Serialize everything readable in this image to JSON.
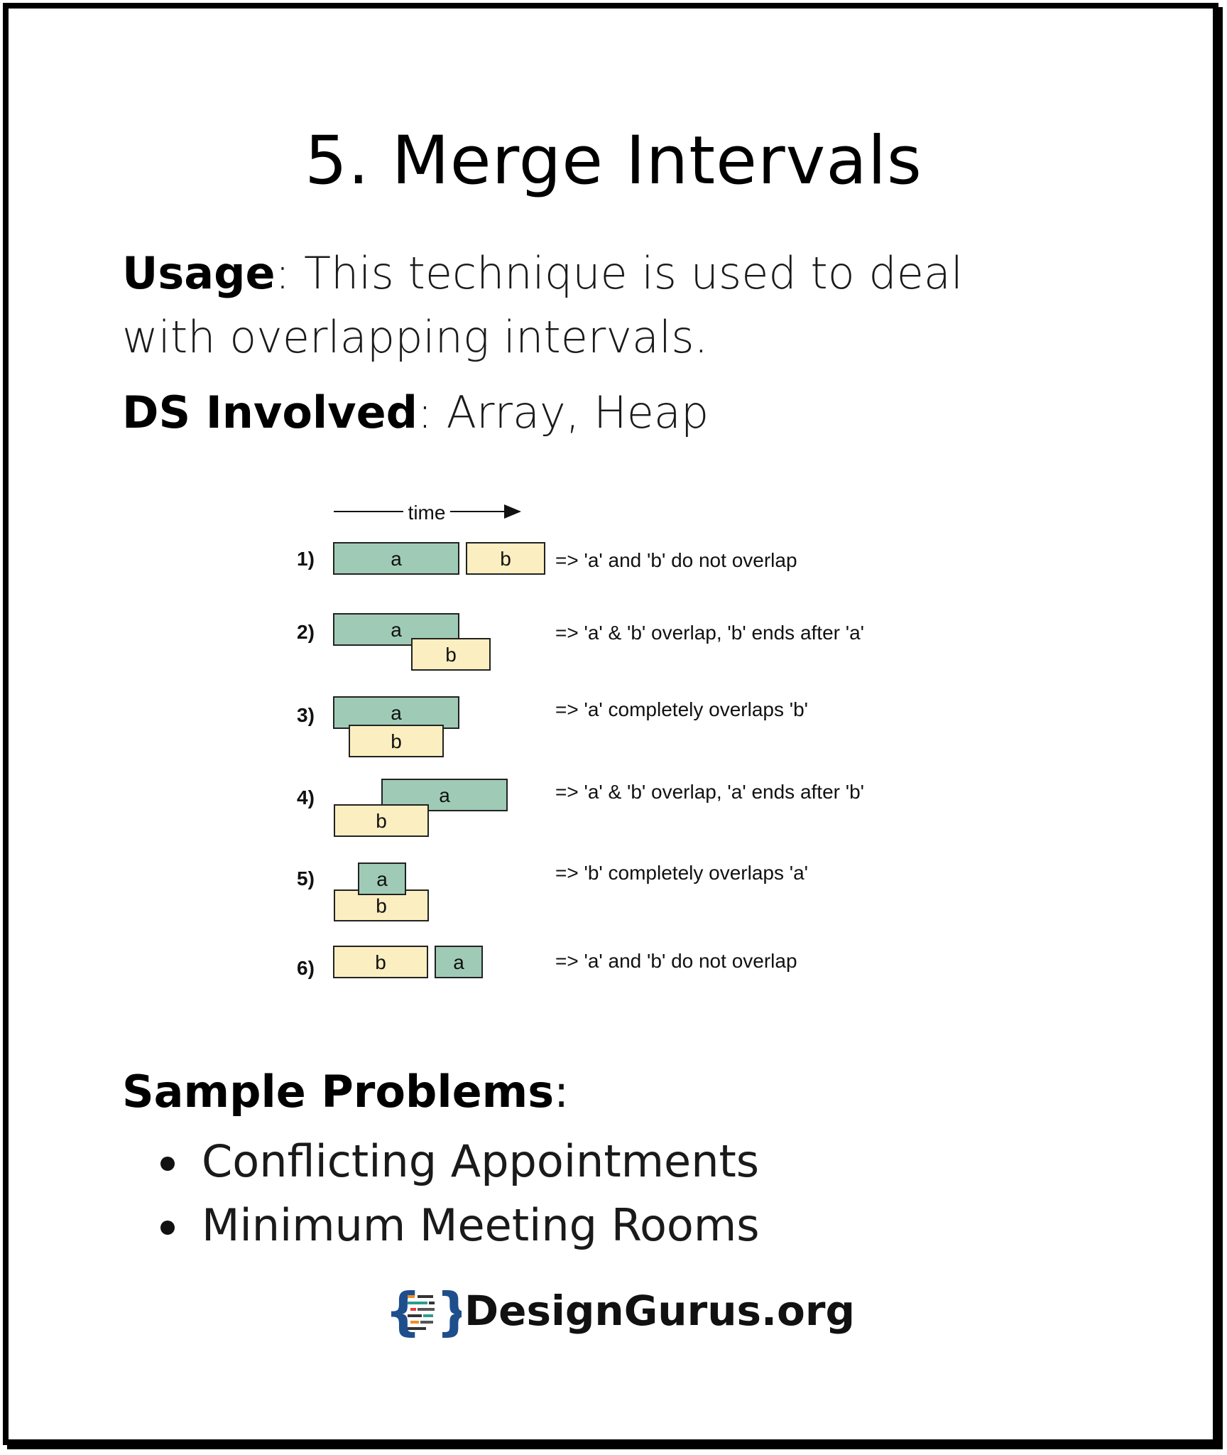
{
  "title": "5. Merge Intervals",
  "usage": {
    "label": "Usage",
    "colon": ":",
    "text": " This technique is used to deal with overlapping intervals."
  },
  "ds": {
    "label": "DS Involved",
    "colon": ":",
    "text": " Array, Heap"
  },
  "diagram": {
    "axis_label": "time",
    "colors": {
      "a": "#9fcbb6",
      "b": "#fbeec0",
      "stroke": "#222222"
    },
    "cases": [
      {
        "num": "1)",
        "note": "=> 'a' and 'b' do not overlap"
      },
      {
        "num": "2)",
        "note": "=> 'a' & 'b' overlap, 'b' ends after 'a'"
      },
      {
        "num": "3)",
        "note": "=> 'a' completely overlaps 'b'"
      },
      {
        "num": "4)",
        "note": "=> 'a' & 'b' overlap, 'a' ends after 'b'"
      },
      {
        "num": "5)",
        "note": "=> 'b' completely overlaps 'a'"
      },
      {
        "num": "6)",
        "note": "=> 'a' and 'b' do not overlap"
      }
    ],
    "box_labels": {
      "a": "a",
      "b": "b"
    }
  },
  "sample": {
    "label": "Sample Problems",
    "colon": ":",
    "items": [
      "Conflicting Appointments",
      "Minimum Meeting Rooms"
    ]
  },
  "brand": {
    "name": "DesignGurus.org",
    "logo_icon": "code-braces-logo"
  }
}
